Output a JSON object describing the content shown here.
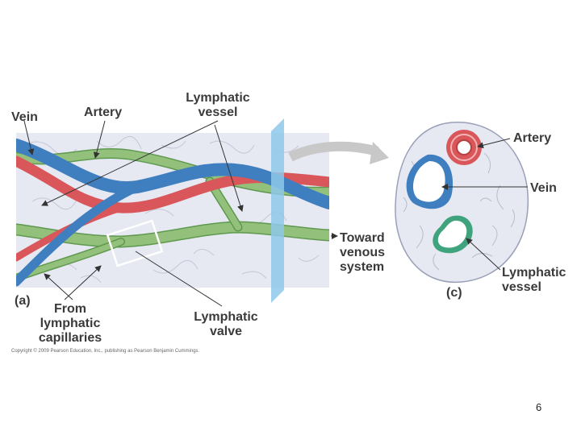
{
  "labels": {
    "vein": "Vein",
    "artery": "Artery",
    "lymphatic_vessel_line1": "Lymphatic",
    "lymphatic_vessel_line2": "vessel",
    "toward_line1": "Toward",
    "toward_line2": "venous",
    "toward_line3": "system",
    "panel_a": "(a)",
    "from_line1": "From",
    "from_line2": "lymphatic",
    "from_line3": "capillaries",
    "valve_line1": "Lymphatic",
    "valve_line2": "valve",
    "c_artery": "Artery",
    "c_vein": "Vein",
    "c_lymph_line1": "Lymphatic",
    "c_lymph_line2": "vessel",
    "panel_c": "(c)"
  },
  "copyright": "Copyright © 2009 Pearson Education, Inc., publishing as Pearson Benjamin Cummings.",
  "slide_number": "6",
  "colors": {
    "vein": "#3f7fc0",
    "artery": "#d9575a",
    "lymphatic": "#93c07a",
    "lymphatic_dark": "#5f9950",
    "tissue": "#e6e8f2",
    "plane": "#8ec8ea"
  }
}
